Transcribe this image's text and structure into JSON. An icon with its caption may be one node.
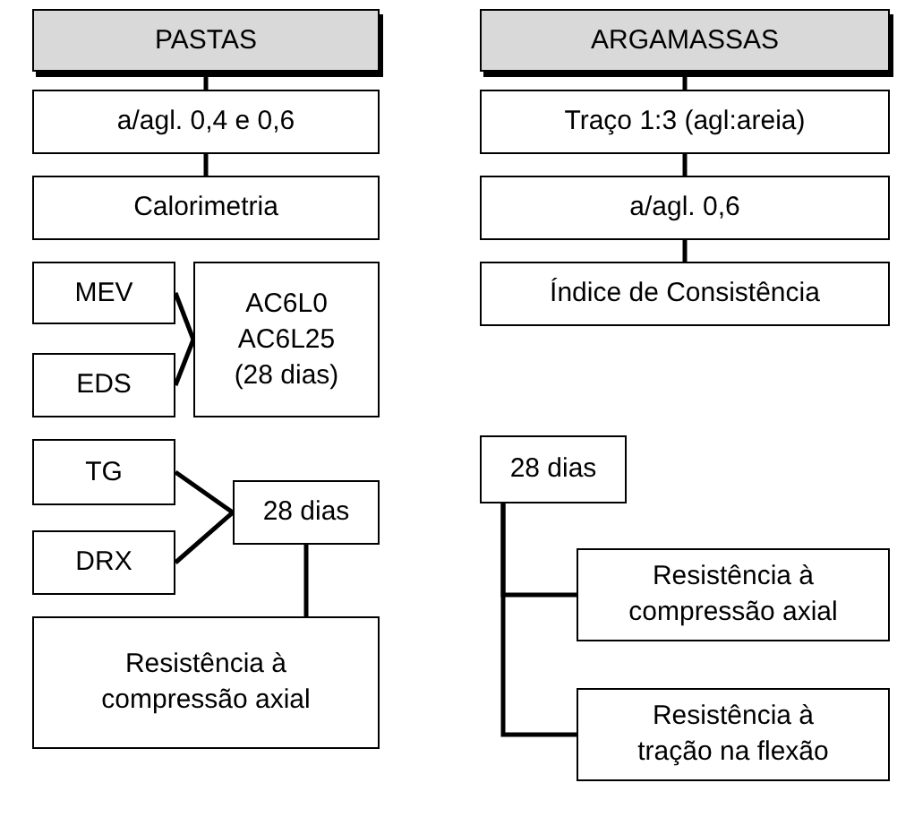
{
  "diagram": {
    "nodes": [
      {
        "text": [
          "PASTAS"
        ]
      },
      {
        "text": [
          "a/agl. 0,4 e 0,6"
        ]
      },
      {
        "text": [
          "Calorimetria"
        ]
      },
      {
        "text": [
          "MEV"
        ]
      },
      {
        "text": [
          "AC6L0 AC6L25 (28 dias)"
        ]
      },
      {
        "text": [
          "EDS"
        ]
      },
      {
        "text": [
          "TG"
        ]
      },
      {
        "text": [
          "28 dias"
        ]
      },
      {
        "text": [
          "DRX"
        ]
      },
      {
        "text": [
          "Resistência à compressão axial"
        ]
      },
      {
        "text": [
          "ARGAMASSAS"
        ]
      },
      {
        "text": [
          "Traço 1:3 (agl:areia)"
        ]
      },
      {
        "text": [
          "a/agl. 0,6"
        ]
      },
      {
        "text": [
          "Índice de Consistência"
        ]
      },
      {
        "text": [
          "28 dias"
        ]
      },
      {
        "text": [
          "Resistência à compressão axial"
        ]
      },
      {
        "text": [
          "Resistência à tração na flexão"
        ]
      }
    ],
    "edges": [
      {
        "from": 0,
        "to": 1,
        "arrow": "none"
      },
      {
        "from": 1,
        "to": 2,
        "arrow": "none"
      },
      {
        "from": 3,
        "to": 4,
        "arrow": "none"
      },
      {
        "from": 5,
        "to": 4,
        "arrow": "none"
      },
      {
        "from": 6,
        "to": 7,
        "arrow": "none"
      },
      {
        "from": 8,
        "to": 7,
        "arrow": "none"
      },
      {
        "from": 7,
        "to": 9,
        "arrow": "none"
      },
      {
        "from": 10,
        "to": 11,
        "arrow": "none"
      },
      {
        "from": 11,
        "to": 12,
        "arrow": "none"
      },
      {
        "from": 12,
        "to": 13,
        "arrow": "none"
      },
      {
        "from": 14,
        "to": 15,
        "arrow": "none"
      },
      {
        "from": 14,
        "to": 16,
        "arrow": "none"
      }
    ]
  }
}
